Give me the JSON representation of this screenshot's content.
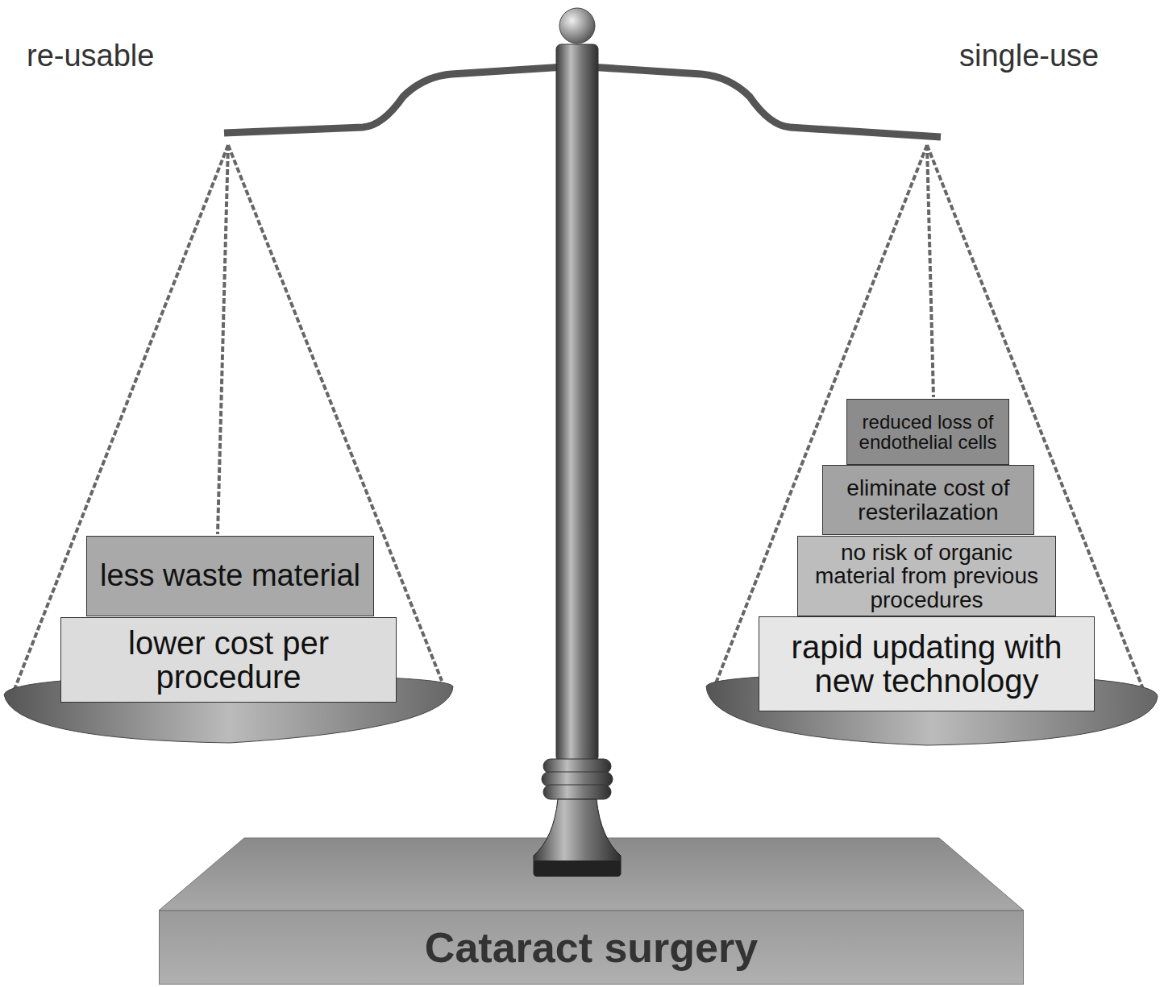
{
  "diagram": {
    "nodes": [
      {
        "text": [
          "less waste material"
        ]
      },
      {
        "text": [
          "lower cost per procedure"
        ]
      },
      {
        "text": [
          "reduced loss of endothelial cells"
        ]
      },
      {
        "text": [
          "eliminate cost of resterilazation"
        ]
      },
      {
        "text": [
          "no risk of organic material from previous procedures"
        ]
      },
      {
        "text": [
          "rapid updating with new technology"
        ]
      },
      {
        "text": [
          "Cataract surgery"
        ]
      }
    ],
    "labels": [
      "re-usable",
      "single-use"
    ]
  }
}
